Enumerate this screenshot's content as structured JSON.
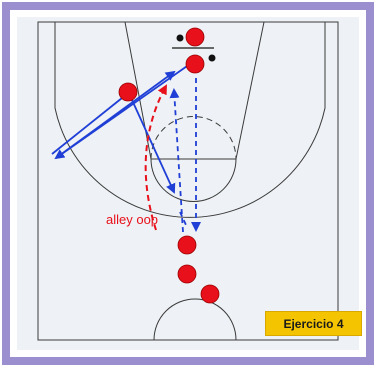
{
  "annotation": {
    "play_label": "alley oop",
    "exercise_badge": "Ejercicio 4"
  },
  "colors": {
    "frame": "#9b8fd0",
    "court_bg": "#eef1f5",
    "court_lines": "#3a3a3a",
    "player": "#e8101a",
    "ball": "#111111",
    "pass_arrow": "#1f3fd6",
    "alley_oop_arrow": "#e8101a",
    "badge_bg": "#f5c400"
  },
  "icons": {
    "player": "red-circle",
    "ball": "black-dot"
  }
}
